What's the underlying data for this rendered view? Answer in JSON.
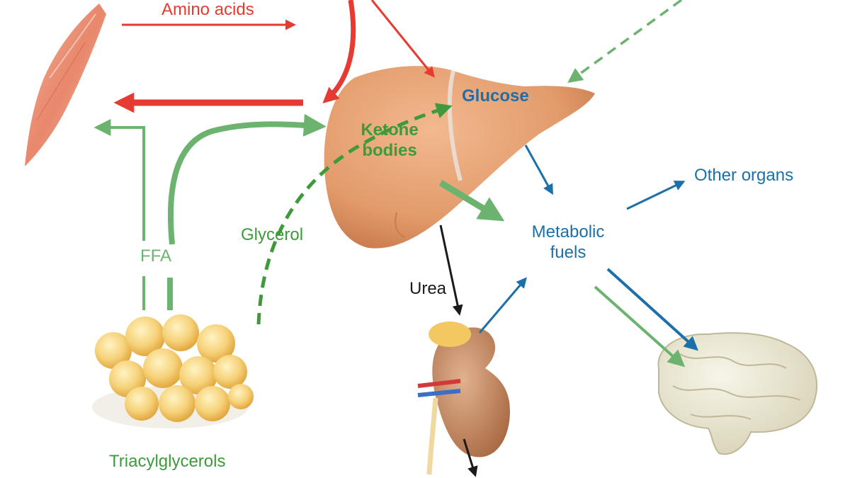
{
  "labels": {
    "amino_acids": "Amino acids",
    "glucose": "Glucose",
    "ketone_bodies_line1": "Ketone",
    "ketone_bodies_line2": "bodies",
    "other_organs": "Other organs",
    "metabolic_fuels_line1": "Metabolic",
    "metabolic_fuels_line2": "fuels",
    "glycerol": "Glycerol",
    "ffa": "FFA",
    "urea": "Urea",
    "triacylglycerols": "Triacylglycerols"
  },
  "colors": {
    "amino_acid_path": "#e53b33",
    "fat_path": "#6bb36f",
    "glycerol_path": "#3e9a3a",
    "fuel_path": "#1c6fa8",
    "urea_path": "#1a1a1a",
    "liver": "#e29a6a",
    "muscle": "#e8876b",
    "adipose": "#f3c761",
    "kidney": "#c98a5c",
    "brain": "#e9e6d2"
  },
  "icons": [
    "muscle-icon",
    "liver-icon",
    "adipose-tissue-icon",
    "kidney-icon",
    "brain-icon"
  ]
}
